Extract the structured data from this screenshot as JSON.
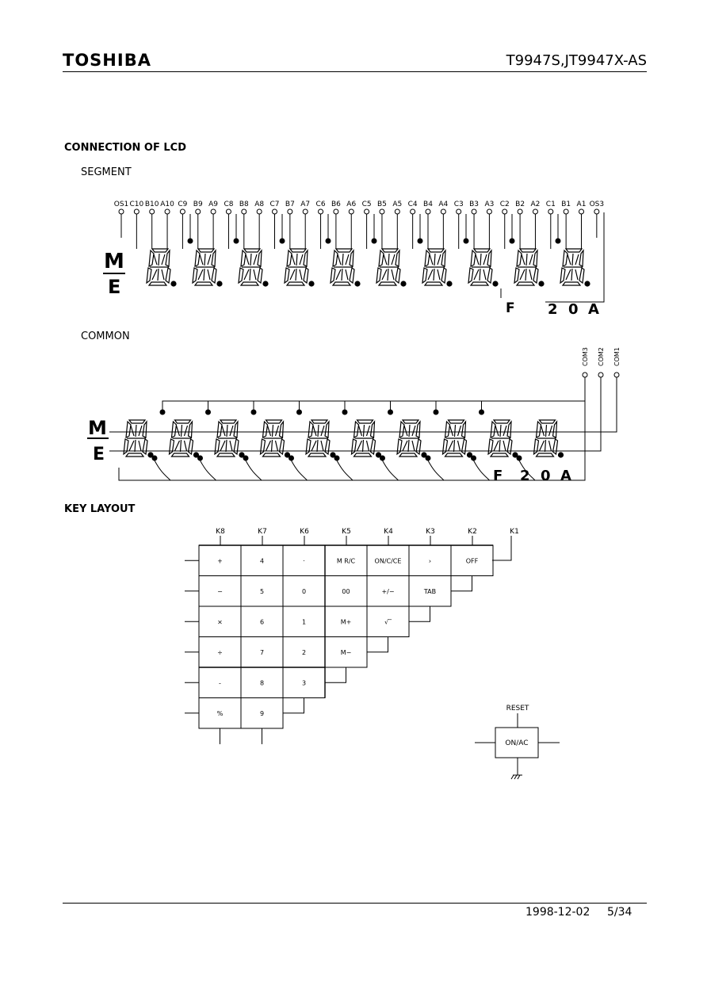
{
  "header": {
    "brand": "TOSHIBA",
    "part_number": "T9947S,JT9947X-AS"
  },
  "sections": {
    "connection": "CONNECTION OF LCD",
    "segment": "SEGMENT",
    "common": "COMMON",
    "key_layout": "KEY LAYOUT"
  },
  "segment_pins": [
    "OS1",
    "C10",
    "B10",
    "A10",
    "C9",
    "B9",
    "A9",
    "C8",
    "B8",
    "A8",
    "C7",
    "B7",
    "A7",
    "C6",
    "B6",
    "A6",
    "C5",
    "B5",
    "A5",
    "C4",
    "B4",
    "A4",
    "C3",
    "B3",
    "A3",
    "C2",
    "B2",
    "A2",
    "C1",
    "B1",
    "A1",
    "OS3"
  ],
  "indicators": {
    "m": "M",
    "e": "E",
    "f": "F",
    "two": "2",
    "zero": "0",
    "a": "A"
  },
  "common_pins": [
    "COM3",
    "COM2",
    "COM1"
  ],
  "key_columns": [
    "K8",
    "K7",
    "K6",
    "K5",
    "K4",
    "K3",
    "K2",
    "K1"
  ],
  "key_rows": [
    [
      "+",
      "4",
      "·",
      "M R/C",
      "ON/C/CE",
      "›",
      "OFF"
    ],
    [
      "−",
      "5",
      "0",
      "00",
      "+/−",
      "TAB"
    ],
    [
      "×",
      "6",
      "1",
      "M+",
      "√‾"
    ],
    [
      "÷",
      "7",
      "2",
      "M−"
    ],
    [
      "-",
      "8",
      "3"
    ],
    [
      "%",
      "9"
    ]
  ],
  "reset": {
    "label": "RESET",
    "key": "ON/AC"
  },
  "footer": {
    "date": "1998-12-02",
    "page": "5/34"
  }
}
